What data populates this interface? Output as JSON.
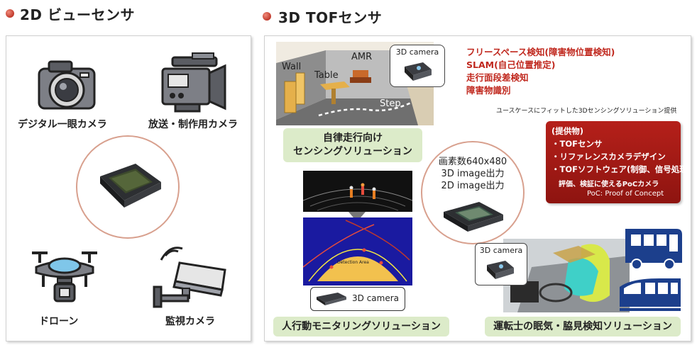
{
  "left": {
    "title": "2D ビューセンサ",
    "items": [
      {
        "label": "デジタル一眼カメラ",
        "icon": "camera-icon"
      },
      {
        "label": "放送・制作用カメラ",
        "icon": "video-camera-icon"
      },
      {
        "label": "ドローン",
        "icon": "drone-icon"
      },
      {
        "label": "監視カメラ",
        "icon": "security-camera-icon"
      }
    ]
  },
  "right": {
    "title": "3D TOFセンサ",
    "scene": {
      "wall": "Wall",
      "table": "Table",
      "amr": "AMR",
      "step": "Step",
      "camera": "3D camera"
    },
    "features": [
      "フリースペース検知(障害物位置検知)",
      "SLAM(自己位置推定)",
      "走行面段差検知",
      "障害物識別"
    ],
    "usecase_note": "ユースケースにフィットした3Dセンシングソリューション提供",
    "autonomous": {
      "line1": "自律走行向け",
      "line2": "センシングソリューション"
    },
    "sensor_specs": [
      "画素数640x480",
      "3D image出力",
      "2D image出力"
    ],
    "offer": {
      "head": "(提供物)",
      "items": [
        "・TOFセンサ",
        "・リファレンスカメラデザイン",
        "・TOFソフトウェア(制御、信号処理)"
      ],
      "sub": "評価、検証に使えるPoCカメラ",
      "poc": "PoC: Proof of Concept"
    },
    "tracking": {
      "camera": "3D camera",
      "overlay": "Detection Area",
      "label": "人行動モニタリングソリューション"
    },
    "driver": {
      "camera": "3D camera",
      "label": "運転士の眠気・脇見検知ソリューション"
    }
  },
  "colors": {
    "accent_red": "#c0281e",
    "box_green": "#dcebc9",
    "circle_border": "#d8a08e"
  }
}
